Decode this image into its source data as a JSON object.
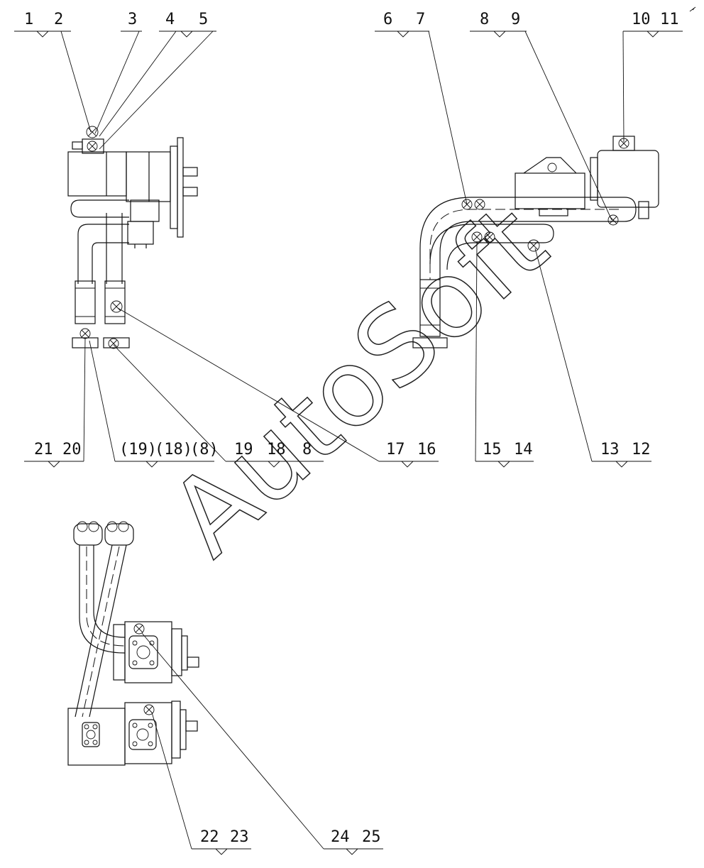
{
  "callouts": {
    "top": [
      {
        "id": "c1",
        "text": "1"
      },
      {
        "id": "c2",
        "text": "2"
      },
      {
        "id": "c3",
        "text": "3"
      },
      {
        "id": "c4",
        "text": "4"
      },
      {
        "id": "c5",
        "text": "5"
      },
      {
        "id": "c6",
        "text": "6"
      },
      {
        "id": "c7",
        "text": "7"
      },
      {
        "id": "c8",
        "text": "8"
      },
      {
        "id": "c9",
        "text": "9"
      },
      {
        "id": "c10",
        "text": "10"
      },
      {
        "id": "c11",
        "text": "11"
      }
    ],
    "middle": [
      {
        "id": "c21",
        "text": "21"
      },
      {
        "id": "c20",
        "text": "20"
      },
      {
        "id": "c19p",
        "text": "(19)"
      },
      {
        "id": "c18p",
        "text": "(18)"
      },
      {
        "id": "c8p",
        "text": "(8)"
      },
      {
        "id": "c19",
        "text": "19"
      },
      {
        "id": "c18",
        "text": "18"
      },
      {
        "id": "c8b",
        "text": "8"
      },
      {
        "id": "c17",
        "text": "17"
      },
      {
        "id": "c16",
        "text": "16"
      },
      {
        "id": "c15",
        "text": "15"
      },
      {
        "id": "c14",
        "text": "14"
      },
      {
        "id": "c13",
        "text": "13"
      },
      {
        "id": "c12",
        "text": "12"
      }
    ],
    "bottom": [
      {
        "id": "c22",
        "text": "22"
      },
      {
        "id": "c23",
        "text": "23"
      },
      {
        "id": "c24",
        "text": "24"
      },
      {
        "id": "c25",
        "text": "25"
      }
    ]
  },
  "watermark": "AutoSoft"
}
